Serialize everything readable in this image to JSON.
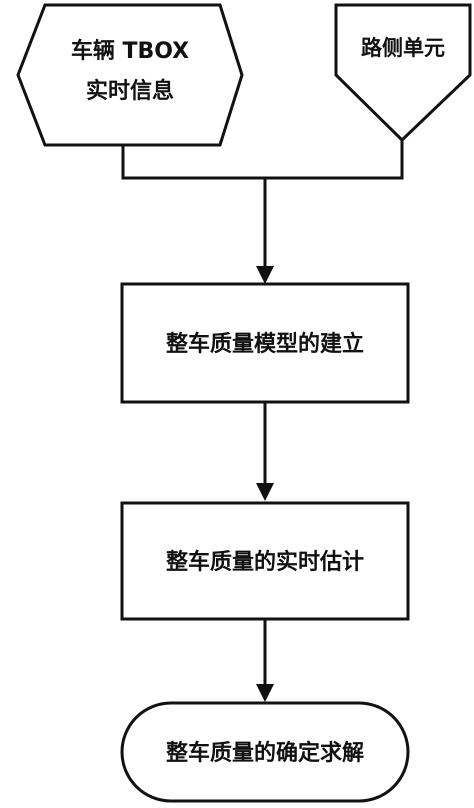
{
  "nodes": {
    "tbox": {
      "line1": "车辆 TBOX",
      "line2": "实时信息"
    },
    "roadside": {
      "label": "路侧单元"
    },
    "model": {
      "label": "整车质量模型的建立"
    },
    "estimate": {
      "label": "整车质量的实时估计"
    },
    "solve": {
      "label": "整车质量的确定求解"
    }
  },
  "colors": {
    "stroke": "#111111",
    "fill": "#ffffff"
  }
}
